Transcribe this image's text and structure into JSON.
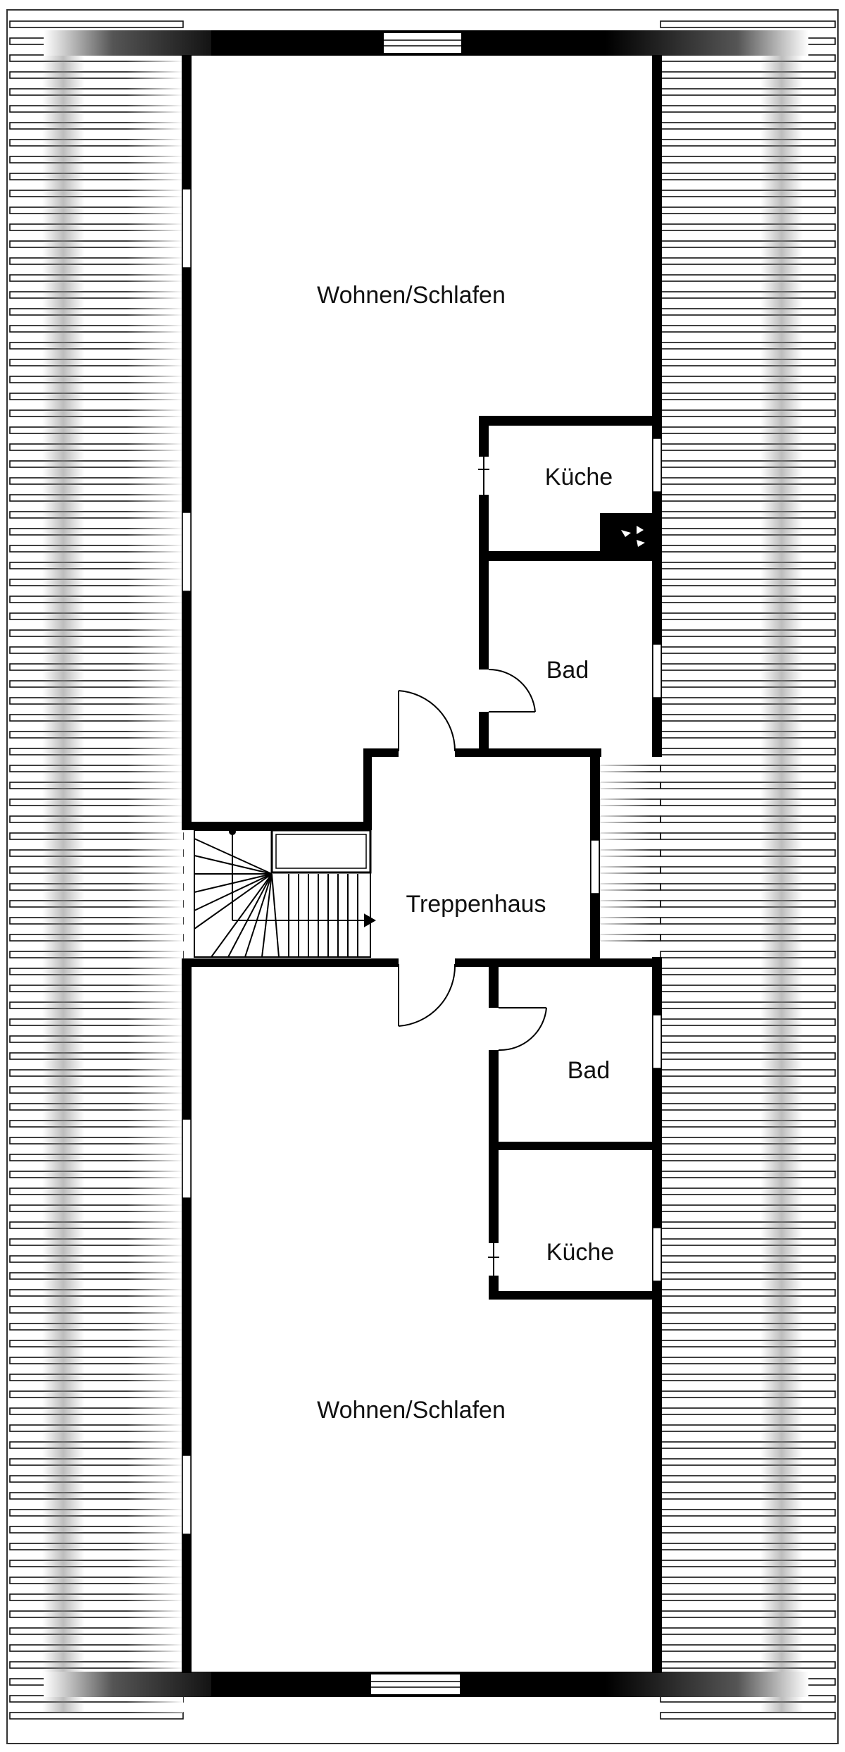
{
  "rooms": {
    "top_living": "Wohnen/Schlafen",
    "top_kitchen": "Küche",
    "top_bath": "Bad",
    "stairwell": "Treppenhaus",
    "bottom_bath": "Bad",
    "bottom_kitchen": "Küche",
    "bottom_living": "Wohnen/Schlafen"
  },
  "colors": {
    "wall": "#000000",
    "roof_line": "#111111",
    "background": "#ffffff"
  }
}
